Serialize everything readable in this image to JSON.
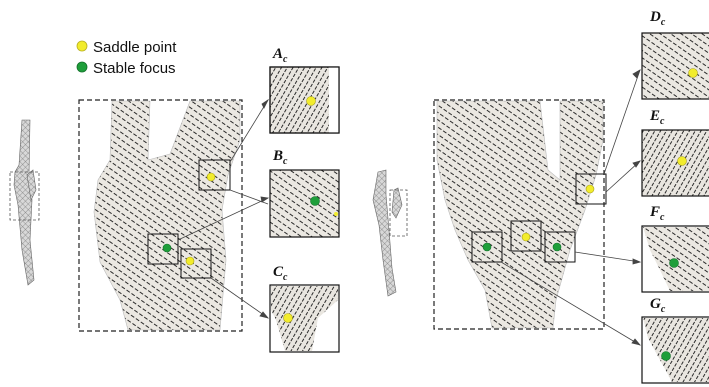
{
  "legend": {
    "items": [
      {
        "label": "Saddle point",
        "color": "#f2ec2c",
        "kind": "saddle"
      },
      {
        "label": "Stable focus",
        "color": "#1e9e3a",
        "kind": "focus"
      }
    ]
  },
  "insets": [
    {
      "letter": "A",
      "sub": "c",
      "point": "saddle"
    },
    {
      "letter": "B",
      "sub": "c",
      "point": "focus"
    },
    {
      "letter": "C",
      "sub": "c",
      "point": "saddle"
    },
    {
      "letter": "D",
      "sub": "c",
      "point": "saddle"
    },
    {
      "letter": "E",
      "sub": "c",
      "point": "saddle"
    },
    {
      "letter": "F",
      "sub": "c",
      "point": "focus"
    },
    {
      "letter": "G",
      "sub": "c",
      "point": "focus"
    }
  ],
  "colors": {
    "vessel": "#ebe8e2",
    "vector_field": "#2a2a2a",
    "frame": "#000000"
  }
}
